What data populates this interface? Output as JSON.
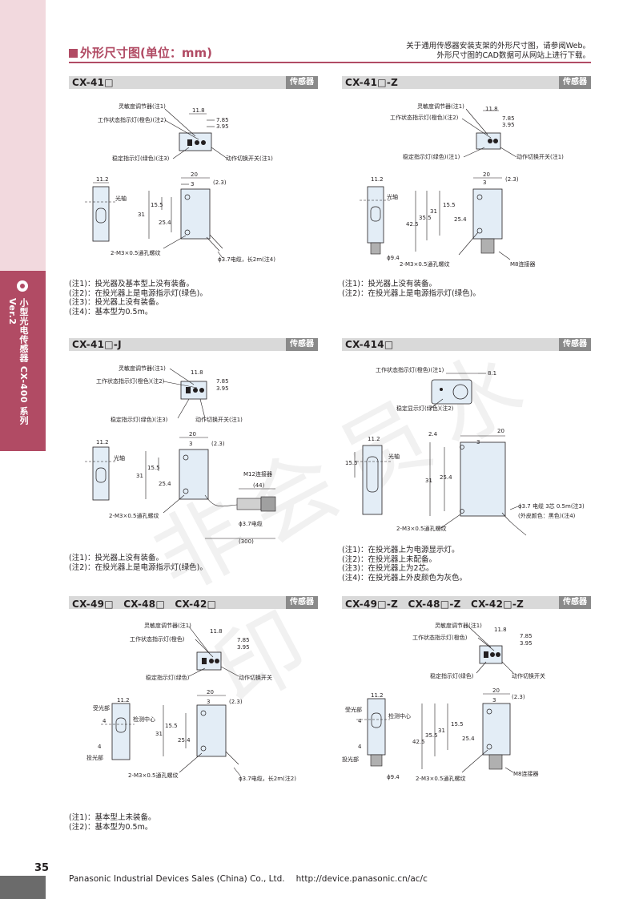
{
  "sidebar": {
    "series_text": "小型光电传感器 CX-400 系列 Ver.2"
  },
  "header": {
    "title": "外形尺寸图(单位：mm)",
    "note_line1": "关于通用传感器安装支架的外形尺寸图，请参阅Web。",
    "note_line2": "外形尺寸图的CAD数据可从网站上进行下载。"
  },
  "watermark": "非会员水印",
  "sections": [
    {
      "name": "CX-41□",
      "tag": "传感器",
      "labels": [
        "灵敏度调节器(注1)",
        "工作状态指示灯(橙色)(注2)",
        "稳定指示灯(绿色)(注3)",
        "动作切换开关(注1)",
        "光轴",
        "2-M3×0.5通孔螺纹",
        "ϕ3.7电缆，长2m(注4)"
      ],
      "dims": [
        "11.8",
        "7.85",
        "3.95",
        "11.2",
        "20",
        "3",
        "(2.3)",
        "15.5",
        "31",
        "25.4"
      ],
      "notes": [
        "(注1)：投光器及基本型上没有装备。",
        "(注2)：在投光器上是电源指示灯(绿色)。",
        "(注3)：投光器上没有装备。",
        "(注4)：基本型为0.5m。"
      ]
    },
    {
      "name": "CX-41□-Z",
      "tag": "传感器",
      "labels": [
        "灵敏度调节器(注1)",
        "工作状态指示灯(橙色)(注2)",
        "稳定指示灯(绿色)(注1)",
        "动作切换开关(注1)",
        "光轴",
        "2-M3×0.5通孔螺纹",
        "M8连接器",
        "ϕ9.4"
      ],
      "dims": [
        "11.8",
        "7.85",
        "3.95",
        "11.2",
        "20",
        "3",
        "(2.3)",
        "15.5",
        "31",
        "35.5",
        "42.5",
        "25.4"
      ],
      "notes": [
        "(注1)：投光器上没有装备。",
        "(注2)：在投光器上是电源指示灯(绿色)。"
      ]
    },
    {
      "name": "CX-41□-J",
      "tag": "传感器",
      "labels": [
        "灵敏度调节器(注1)",
        "工作状态指示灯(橙色)(注2)",
        "稳定指示灯(绿色)(注3)",
        "动作切换开关(注1)",
        "光轴",
        "2-M3×0.5通孔螺纹",
        "M12连接器",
        "ϕ3.7电缆"
      ],
      "dims": [
        "11.8",
        "7.85",
        "3.95",
        "11.2",
        "20",
        "3",
        "(2.3)",
        "15.5",
        "31",
        "25.4",
        "(44)",
        "(300)"
      ],
      "notes": [
        "(注1)：投光器上没有装备。",
        "(注2)：在投光器上是电源指示灯(绿色)。"
      ]
    },
    {
      "name": "CX-414□",
      "tag": "传感器",
      "labels": [
        "工作状态指示灯(橙色)(注1)",
        "稳定显示灯(绿色)(注2)",
        "光轴",
        "2-M3×0.5通孔螺纹",
        "ϕ3.7 电缆 3芯 0.5m(注3)",
        "(外皮颜色：黑色)(注4)"
      ],
      "dims": [
        "8.1",
        "11.2",
        "15.5",
        "2.4",
        "20",
        "3",
        "31",
        "25.4"
      ],
      "notes": [
        "(注1)：在投光器上为电源显示灯。",
        "(注2)：在投光器上未配备。",
        "(注3)：在投光器上为2芯。",
        "(注4)：在投光器上外皮颜色为灰色。"
      ]
    },
    {
      "name": "CX-49□　CX-48□　CX-42□",
      "tag": "传感器",
      "labels": [
        "灵敏度调节器(注1)",
        "工作状态指示灯(橙色)",
        "稳定指示灯(绿色)",
        "动作切换开关",
        "受光部",
        "检测中心",
        "投光部",
        "2-M3×0.5通孔螺纹",
        "ϕ3.7电缆，长2m(注2)"
      ],
      "dims": [
        "11.8",
        "7.85",
        "3.95",
        "11.2",
        "20",
        "3",
        "(2.3)",
        "15.5",
        "31",
        "25.4",
        "4",
        "4"
      ],
      "notes": [
        "(注1)：基本型上未装备。",
        "(注2)：基本型为0.5m。"
      ]
    },
    {
      "name": "CX-49□-Z　CX-48□-Z　CX-42□-Z",
      "tag": "传感器",
      "labels": [
        "灵敏度调节器(注1)",
        "工作状态指示灯(橙色)",
        "稳定指示灯(绿色)",
        "动作切换开关",
        "受光部",
        "检测中心",
        "投光部",
        "2-M3×0.5通孔螺纹",
        "M8连接器",
        "ϕ9.4"
      ],
      "dims": [
        "11.8",
        "7.85",
        "3.95",
        "11.2",
        "20",
        "3",
        "(2.3)",
        "15.5",
        "31",
        "35.5",
        "42.5",
        "25.4",
        "4",
        "4"
      ],
      "notes": []
    }
  ],
  "footer": {
    "page": "35",
    "company": "Panasonic Industrial Devices Sales (China) Co., Ltd.",
    "url": "http://device.panasonic.cn/ac/c"
  }
}
